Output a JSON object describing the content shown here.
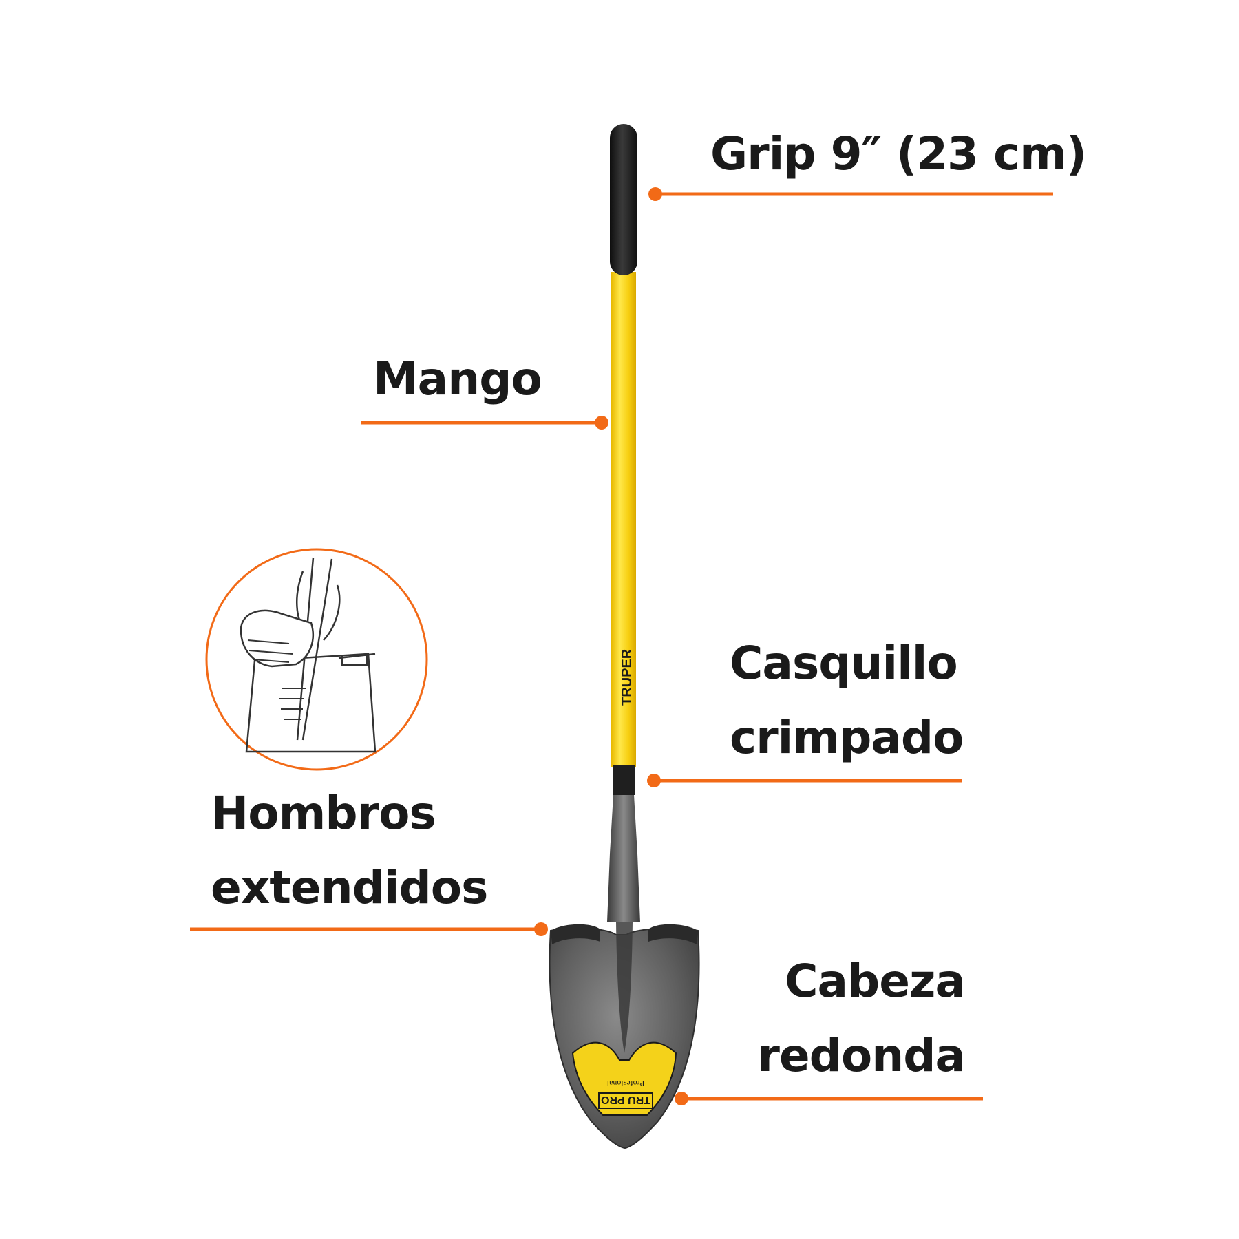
{
  "colors": {
    "accent": "#f26a17",
    "handle": "#f7d117",
    "grip": "#1c1c1c",
    "blade": "#6b6b6b",
    "sticker": "#f4d21a"
  },
  "callouts": {
    "grip": {
      "text": "Grip 9″ (23 cm)"
    },
    "mango": {
      "text": "Mango"
    },
    "casquillo": {
      "line1": "Casquillo",
      "line2": "crimpado"
    },
    "hombros": {
      "line1": "Hombros",
      "line2": "extendidos"
    },
    "cabeza": {
      "line1": "Cabeza",
      "line2": "redonda"
    }
  },
  "product": {
    "brand": "TRUPER",
    "sticker_brand": "TRU PRO",
    "sticker_sub": "Profesional"
  },
  "icons": {
    "inset": "foot-on-shovel-icon"
  }
}
